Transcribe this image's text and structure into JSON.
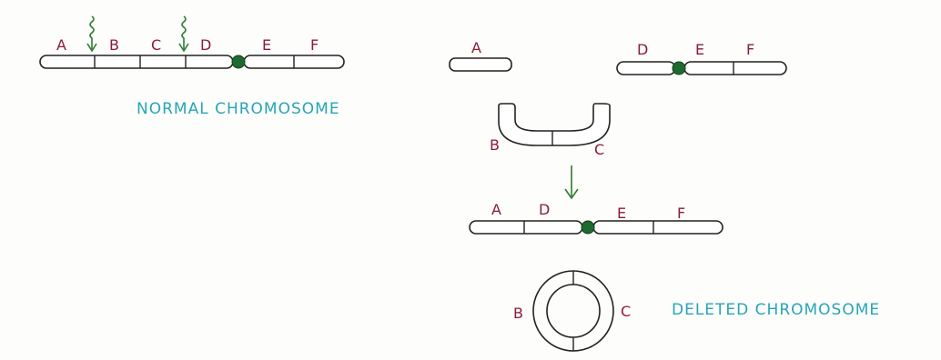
{
  "segments": {
    "a": "A",
    "b": "B",
    "c": "C",
    "d": "D",
    "e": "E",
    "f": "F"
  },
  "captions": {
    "normal": "NORMAL CHROMOSOME",
    "deleted": "DELETED CHROMOSOME"
  },
  "colors": {
    "segment_label": "#8a1c3c",
    "caption": "#27a5b8",
    "centromere": "#1f6b2f",
    "arrow": "#2f7a32"
  }
}
